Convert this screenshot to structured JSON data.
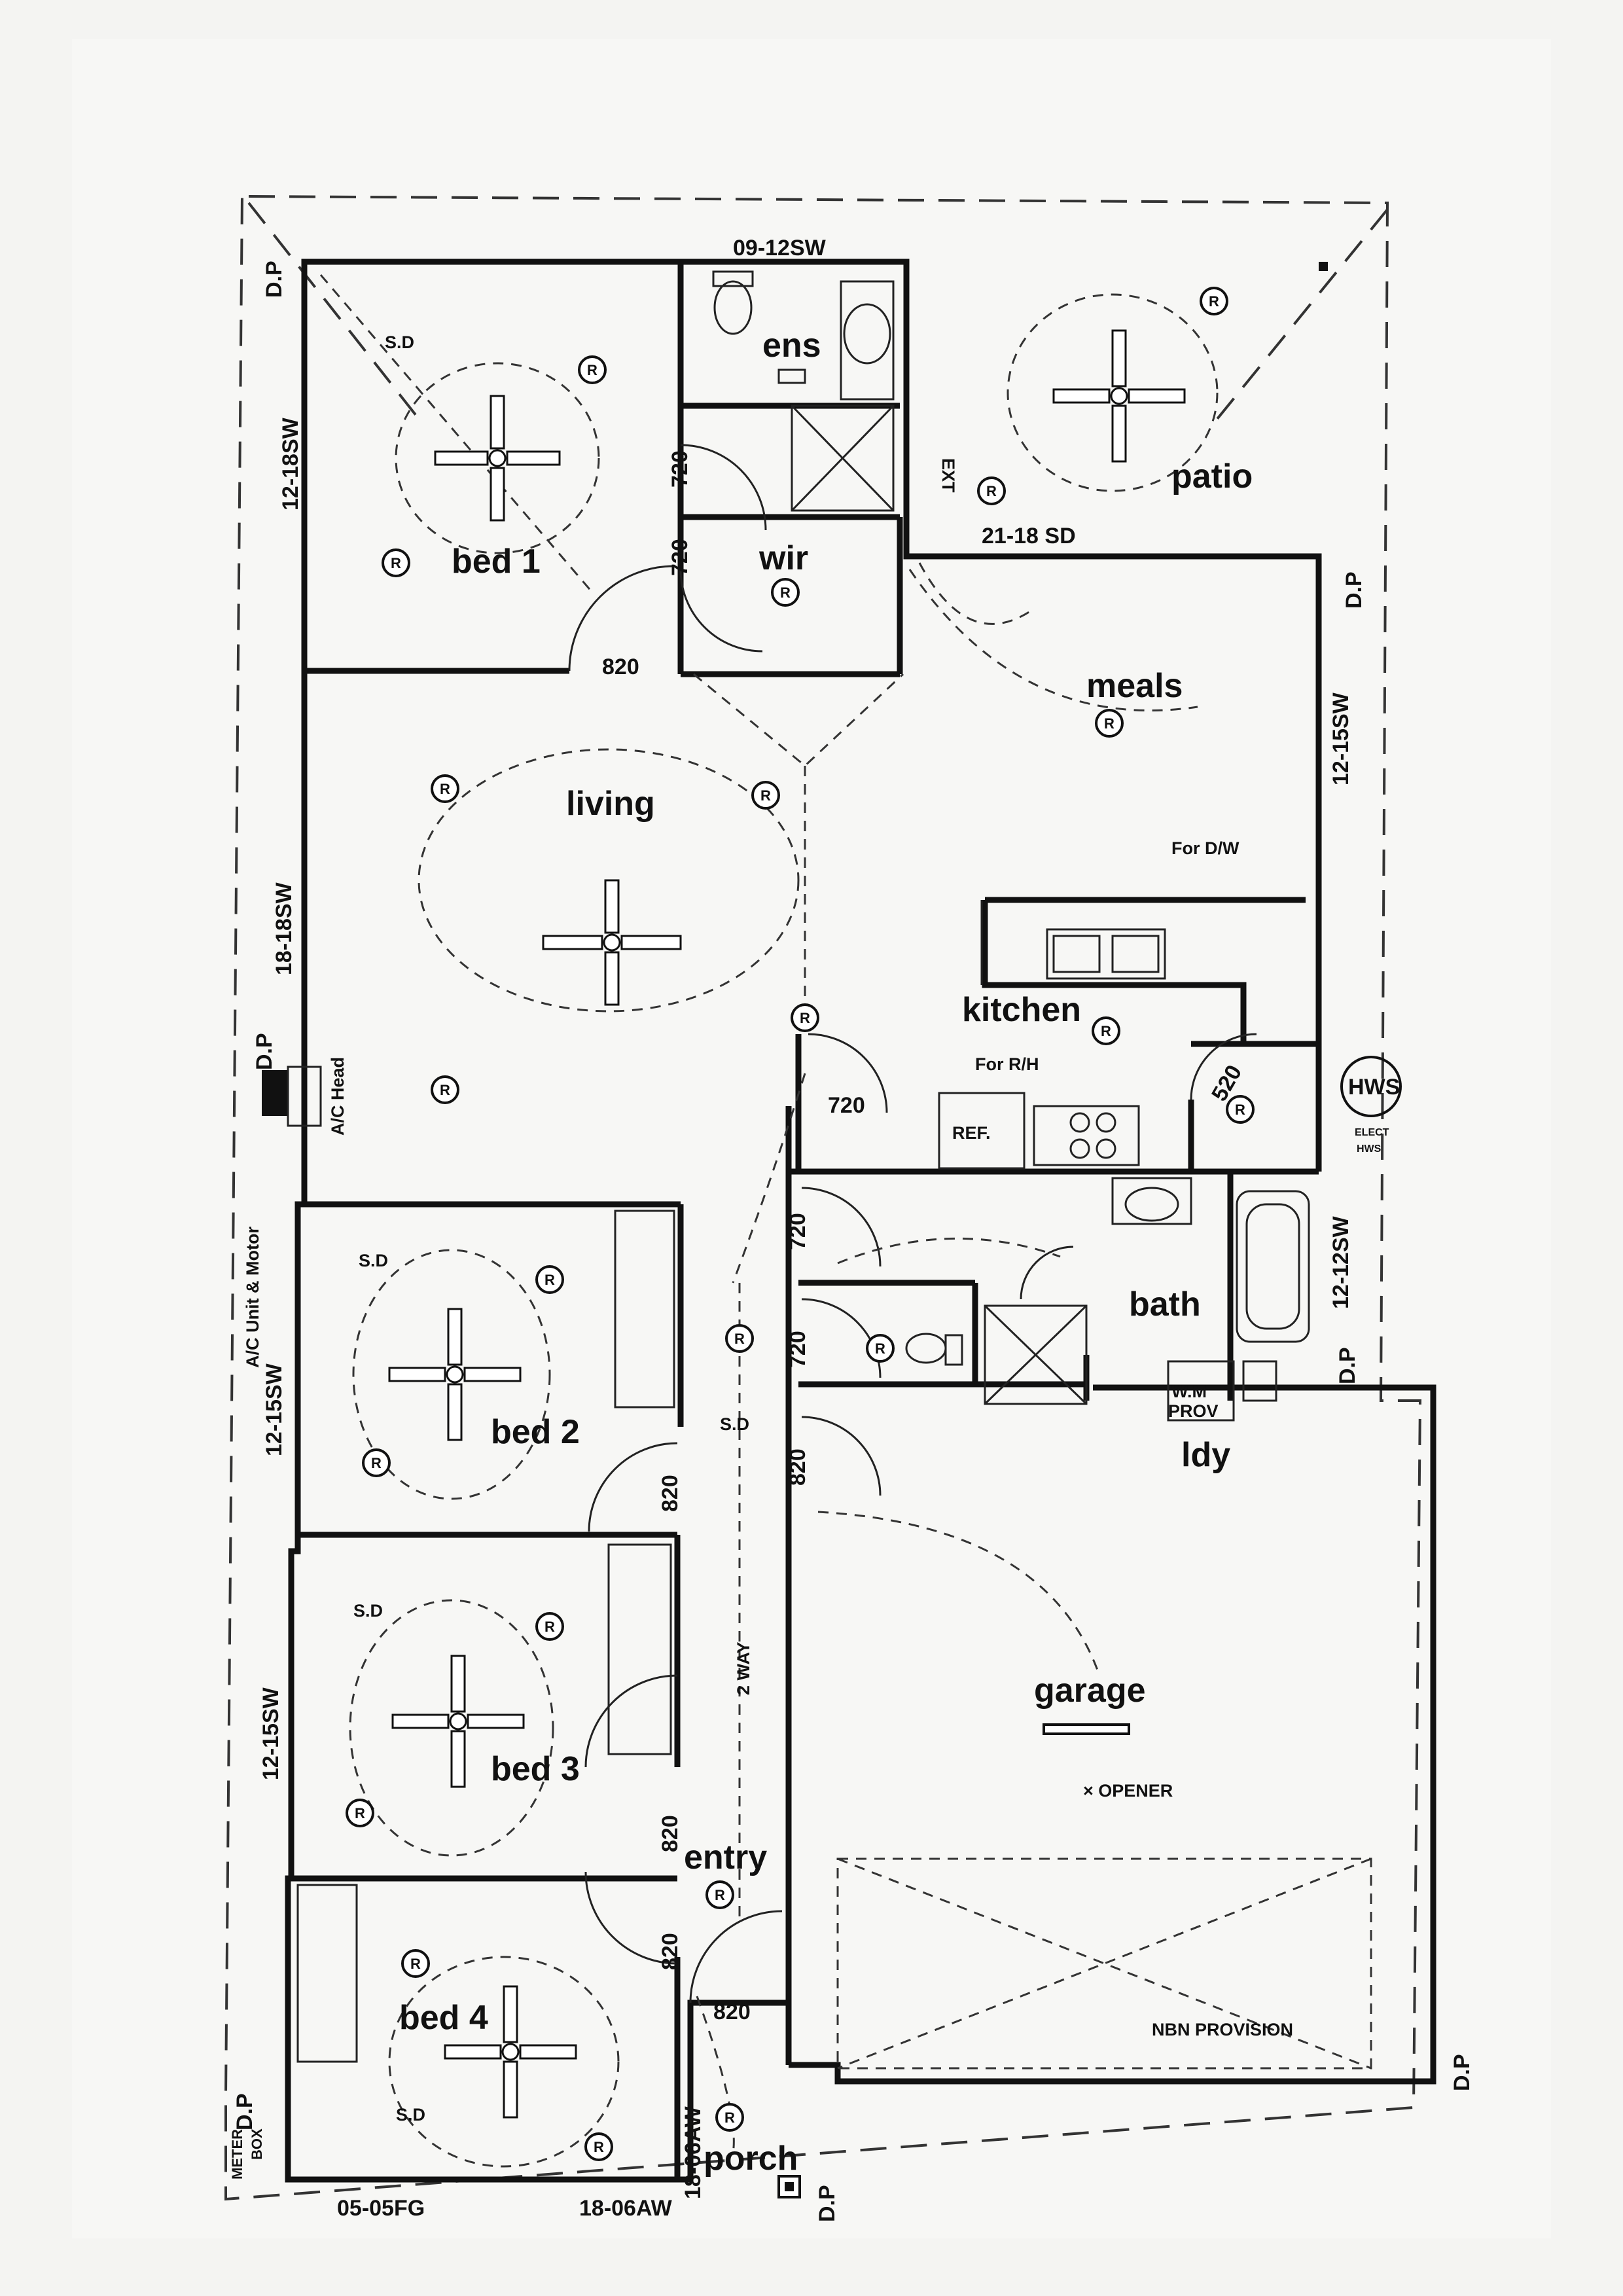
{
  "rooms": {
    "bed1": "bed 1",
    "ens": "ens",
    "wir": "wir",
    "patio": "patio",
    "meals": "meals",
    "living": "living",
    "kitchen": "kitchen",
    "bath": "bath",
    "ldy": "ldy",
    "bed2": "bed 2",
    "bed3": "bed 3",
    "bed4": "bed 4",
    "garage": "garage",
    "entry": "entry",
    "porch": "porch"
  },
  "windows": {
    "top_ens": "09-12SW",
    "bed1_left": "12-18SW",
    "patio_door": "21-18 SD",
    "meals_right": "12-15SW",
    "living_left": "18-18SW",
    "bed2_left": "12-15SW",
    "bed3_left": "12-15SW",
    "bath_right": "12-12SW",
    "bottom_left": "05-05FG",
    "bottom_right": "18-06AW",
    "porch_side": "18-06AW"
  },
  "doors": {
    "ens": "720",
    "wir": "720",
    "bed1": "820",
    "kitchen": "720",
    "pantry": "520",
    "hall1": "720",
    "wc": "720",
    "garage": "820",
    "bed2": "820",
    "bed3": "820",
    "bed4": "820",
    "front": "820"
  },
  "labels": {
    "dp": "D.P",
    "ext": "EXT",
    "for_dw": "For D/W",
    "for_rh": "For R/H",
    "ref": "REF.",
    "ac_head": "A/C Head",
    "ac_unit": "A/C Unit & Motor",
    "hws": "HWS",
    "hws_sub1": "ELECT",
    "hws_sub2": "HWS",
    "wm": "W.M",
    "prov": "PROV",
    "opener": "× OPENER",
    "nbn": "NBN PROVISION",
    "two_way": "2 WAY",
    "meter": "METER",
    "box": "BOX",
    "sd": "S.D",
    "fan_marker": "R"
  }
}
